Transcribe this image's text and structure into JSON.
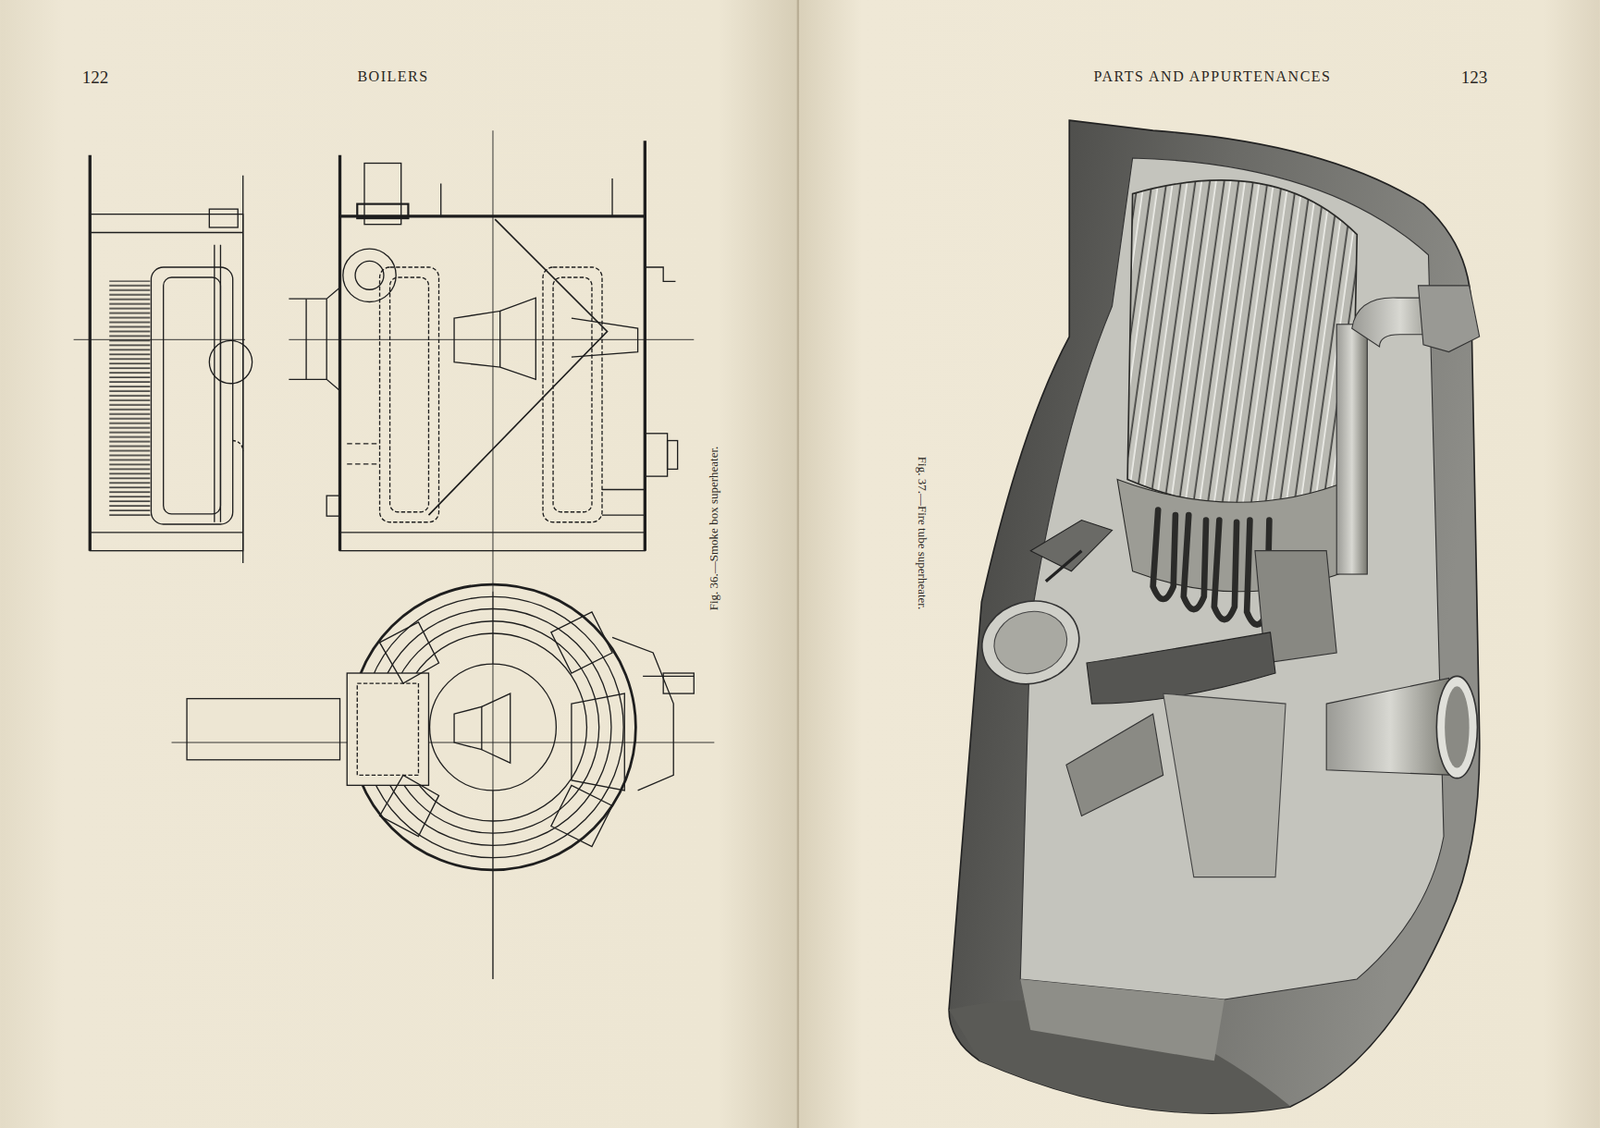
{
  "diagram": {
    "labels": [
      "122",
      "BOILERS",
      "Fig. 36.—Smoke box superheater.",
      "PARTS AND APPURTENANCES",
      "123",
      "Fig. 37.—Fire tube superheater."
    ]
  }
}
